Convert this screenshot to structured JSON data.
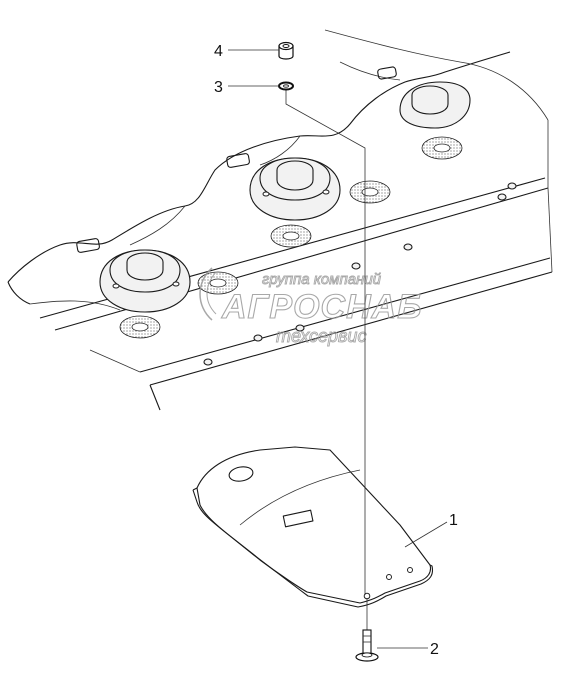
{
  "callouts": [
    {
      "id": "1",
      "label": "1"
    },
    {
      "id": "2",
      "label": "2"
    },
    {
      "id": "3",
      "label": "3"
    },
    {
      "id": "4",
      "label": "4"
    }
  ],
  "watermark": {
    "line1": "группа компаний",
    "line2": "АГРОСНАБ",
    "line3": "техсервис"
  }
}
